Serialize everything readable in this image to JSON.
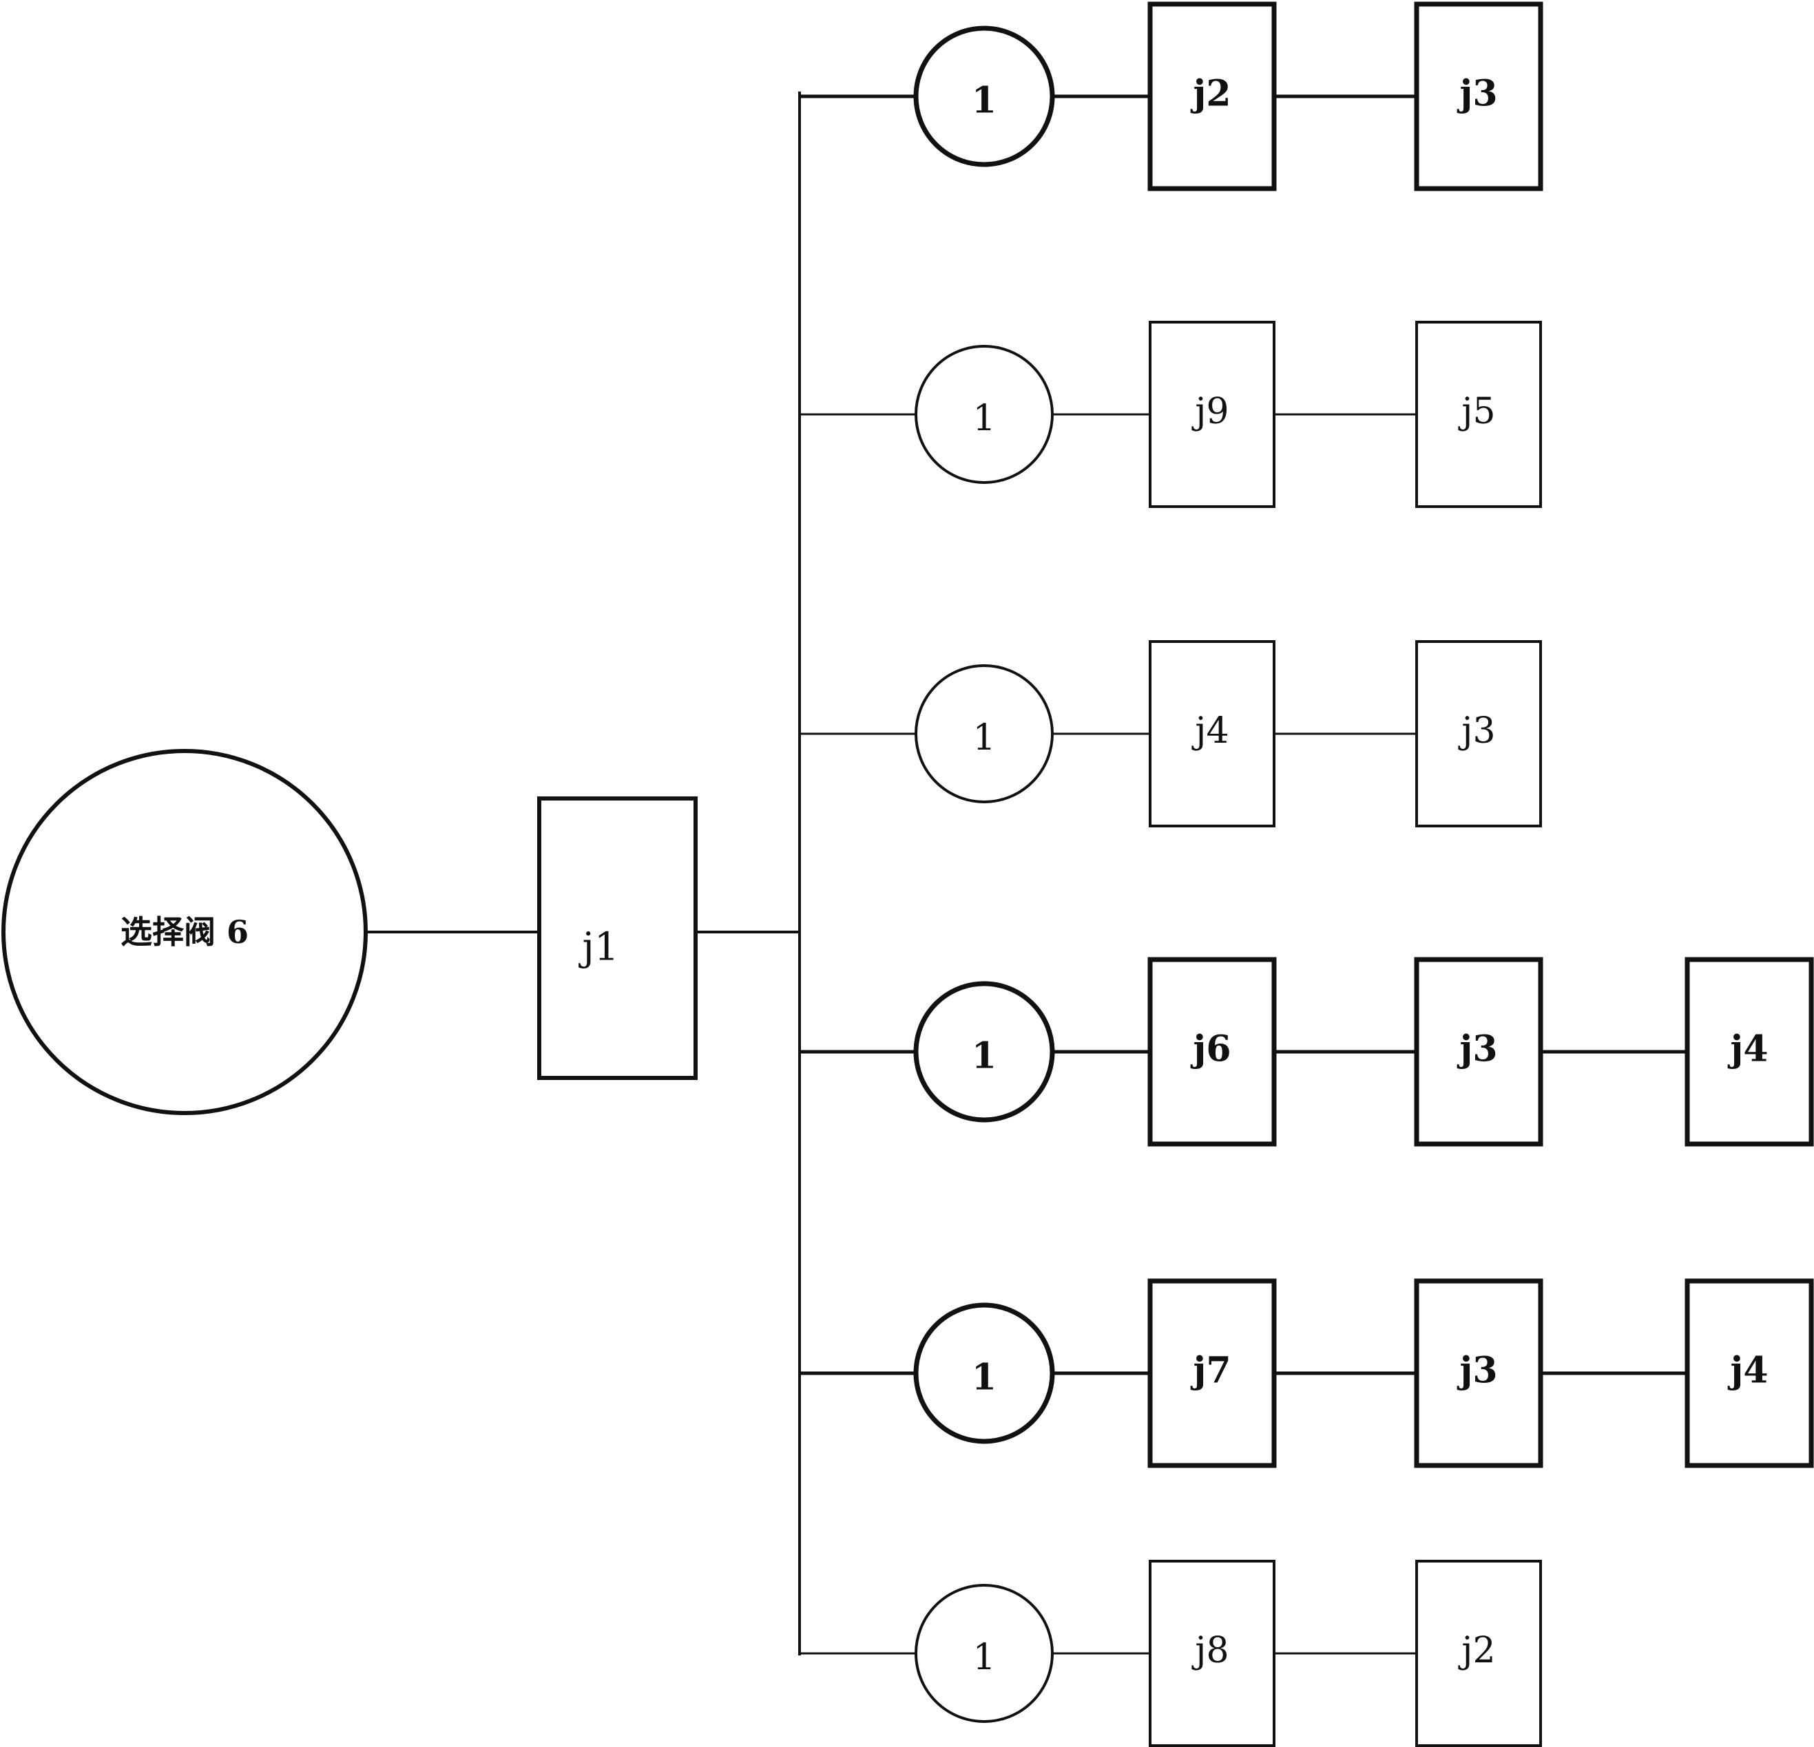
{
  "source": {
    "label": "选择阀 6"
  },
  "hub": {
    "label": "j1"
  },
  "branches": [
    {
      "node": "1",
      "chain": [
        "j2",
        "j3"
      ]
    },
    {
      "node": "1",
      "chain": [
        "j9",
        "j5"
      ]
    },
    {
      "node": "1",
      "chain": [
        "j4",
        "j3"
      ]
    },
    {
      "node": "1",
      "chain": [
        "j6",
        "j3",
        "j4"
      ]
    },
    {
      "node": "1",
      "chain": [
        "j7",
        "j3",
        "j4"
      ]
    },
    {
      "node": "1",
      "chain": [
        "j8",
        "j2"
      ]
    }
  ],
  "colors": {
    "stroke": "#111111",
    "background": "#ffffff"
  }
}
